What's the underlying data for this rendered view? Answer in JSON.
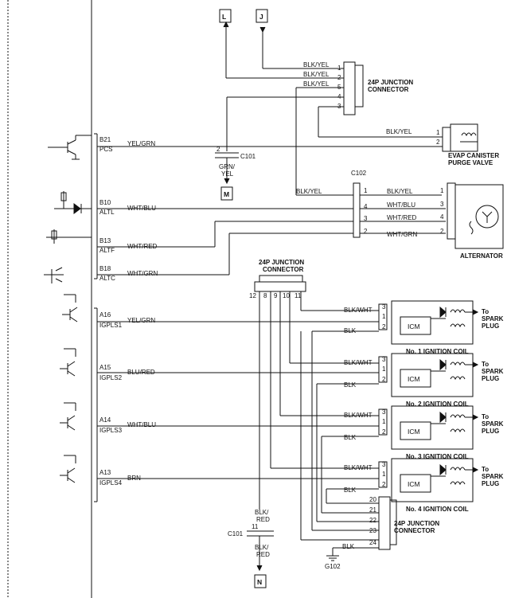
{
  "offpage": {
    "L": "L",
    "J": "J",
    "M": "M",
    "N": "N"
  },
  "junction_top": {
    "title1": "24P JUNCTION",
    "title2": "CONNECTOR",
    "pins": [
      "1",
      "2",
      "5",
      "4",
      "3"
    ],
    "wires": [
      "BLK/YEL",
      "BLK/YEL",
      "BLK/YEL"
    ]
  },
  "evap": {
    "wire": "BLK/YEL",
    "pin1": "1",
    "pin2": "2",
    "name1": "EVAP CANISTER",
    "name2": "PURGE VALVE"
  },
  "ecm_pins": {
    "b21": {
      "pin": "B21",
      "sig": "PCS",
      "wire": "YEL/GRN"
    },
    "b10": {
      "pin": "B10",
      "sig": "ALTL",
      "wire": "WHT/BLU"
    },
    "b13": {
      "pin": "B13",
      "sig": "ALTF",
      "wire": "WHT/RED"
    },
    "b18": {
      "pin": "B18",
      "sig": "ALTC",
      "wire": "WHT/GRN"
    },
    "a16": {
      "pin": "A16",
      "sig": "IGPLS1",
      "wire": "YEL/GRN"
    },
    "a15": {
      "pin": "A15",
      "sig": "IGPLS2",
      "wire": "BLU/RED"
    },
    "a14": {
      "pin": "A14",
      "sig": "IGPLS3",
      "wire": "WHT/BLU"
    },
    "a13": {
      "pin": "A13",
      "sig": "IGPLS4",
      "wire": "BRN"
    }
  },
  "c101_top": {
    "name": "C101",
    "pin": "2",
    "wire1": "GRN/",
    "wire2": "YEL"
  },
  "c102": {
    "name": "C102",
    "pins": [
      "1",
      "4",
      "3",
      "2"
    ],
    "left_wire": "BLK/YEL",
    "wires": [
      "BLK/YEL",
      "WHT/BLU",
      "WHT/RED",
      "WHT/GRN"
    ]
  },
  "alternator": {
    "name": "ALTERNATOR",
    "pins": [
      "1",
      "3",
      "4",
      "2"
    ]
  },
  "junction_mid": {
    "title1": "24P JUNCTION",
    "title2": "CONNECTOR",
    "pins": [
      "12",
      "8",
      "9",
      "10",
      "11"
    ]
  },
  "coils": [
    {
      "name": "No. 1 IGNITION COIL",
      "wire_top": "BLK/WHT",
      "wire_bot": "BLK",
      "pins": [
        "3",
        "1",
        "2"
      ],
      "icm": "ICM",
      "to1": "To",
      "to2": "SPARK",
      "to3": "PLUG"
    },
    {
      "name": "No. 2 IGNITION COIL",
      "wire_top": "BLK/WHT",
      "wire_bot": "BLK",
      "pins": [
        "3",
        "1",
        "2"
      ],
      "icm": "ICM",
      "to1": "To",
      "to2": "SPARK",
      "to3": "PLUG"
    },
    {
      "name": "No. 3 IGNITION COIL",
      "wire_top": "BLK/WHT",
      "wire_bot": "BLK",
      "pins": [
        "3",
        "1",
        "2"
      ],
      "icm": "ICM",
      "to1": "To",
      "to2": "SPARK",
      "to3": "PLUG"
    },
    {
      "name": "No. 4 IGNITION COIL",
      "wire_top": "BLK/WHT",
      "wire_bot": "BLK",
      "pins": [
        "3",
        "1",
        "2"
      ],
      "icm": "ICM",
      "to1": "To",
      "to2": "SPARK",
      "to3": "PLUG"
    }
  ],
  "junction_bot": {
    "title1": "24P JUNCTION",
    "title2": "CONNECTOR",
    "pins": [
      "20",
      "21",
      "22",
      "23",
      "24"
    ],
    "wire": "BLK",
    "ground": "G102"
  },
  "c101_bot": {
    "name": "C101",
    "pin": "11",
    "wire_top1": "BLK/",
    "wire_top2": "RED",
    "wire_bot1": "BLK/",
    "wire_bot2": "RED"
  }
}
